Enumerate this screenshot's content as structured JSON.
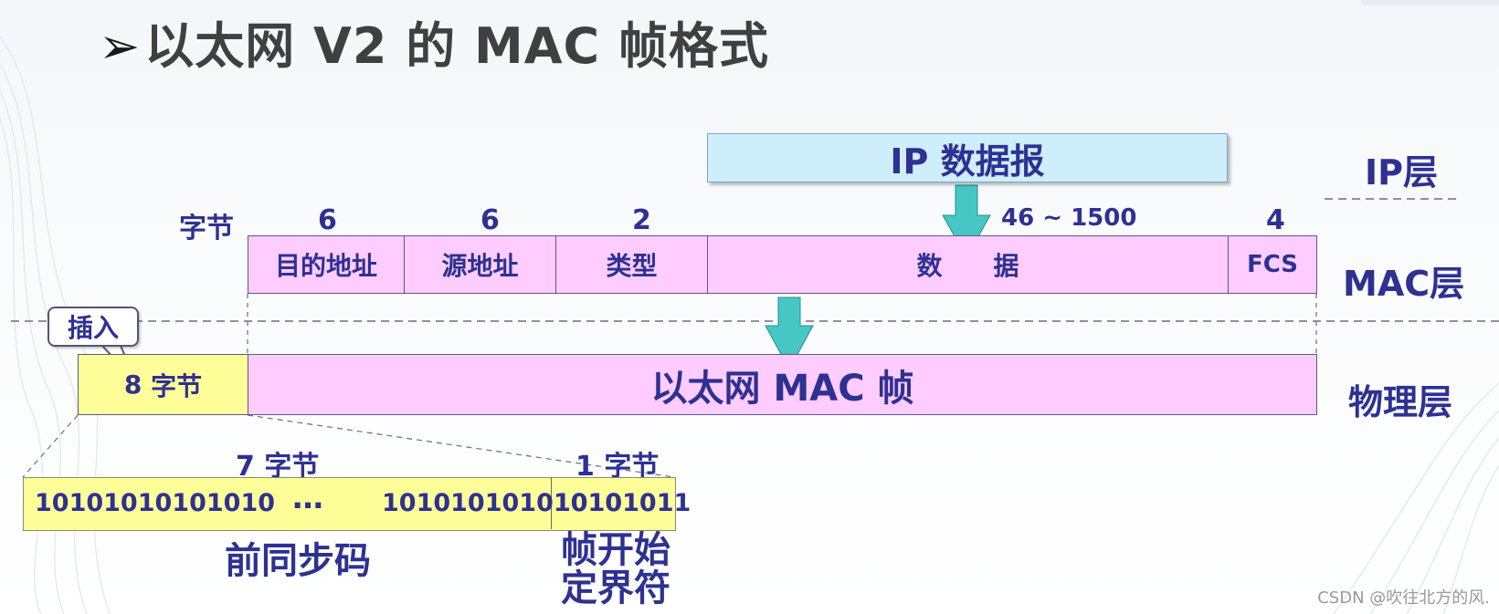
{
  "title": {
    "arrow": "➢",
    "text": "以太网 V2 的 MAC 帧格式"
  },
  "ip_datagram": "IP 数据报",
  "layers": {
    "ip": "IP层",
    "mac": "MAC层",
    "physical": "物理层"
  },
  "byte_label": "字节",
  "fields": [
    {
      "label": "目的地址",
      "bytes": "6"
    },
    {
      "label": "源地址",
      "bytes": "6"
    },
    {
      "label": "类型",
      "bytes": "2"
    },
    {
      "label": "数　　据",
      "bytes": "46 ~ 1500"
    },
    {
      "label": "FCS",
      "bytes": "4"
    }
  ],
  "insert_label": "插入",
  "preamble_block": {
    "num": "8",
    "unit": "字节"
  },
  "mac_frame": "以太网 MAC 帧",
  "preamble": {
    "seven_bytes": "7 字节",
    "one_byte": "1 字节",
    "bits_left": "10101010101010",
    "ellipsis": "…",
    "bits_mid": "10101010101010",
    "bits_sfd": "10101011",
    "preamble_caption": "前同步码",
    "sfd_caption_line1": "帧开始",
    "sfd_caption_line2": "定界符"
  },
  "watermark": "CSDN @吹往北方的风."
}
